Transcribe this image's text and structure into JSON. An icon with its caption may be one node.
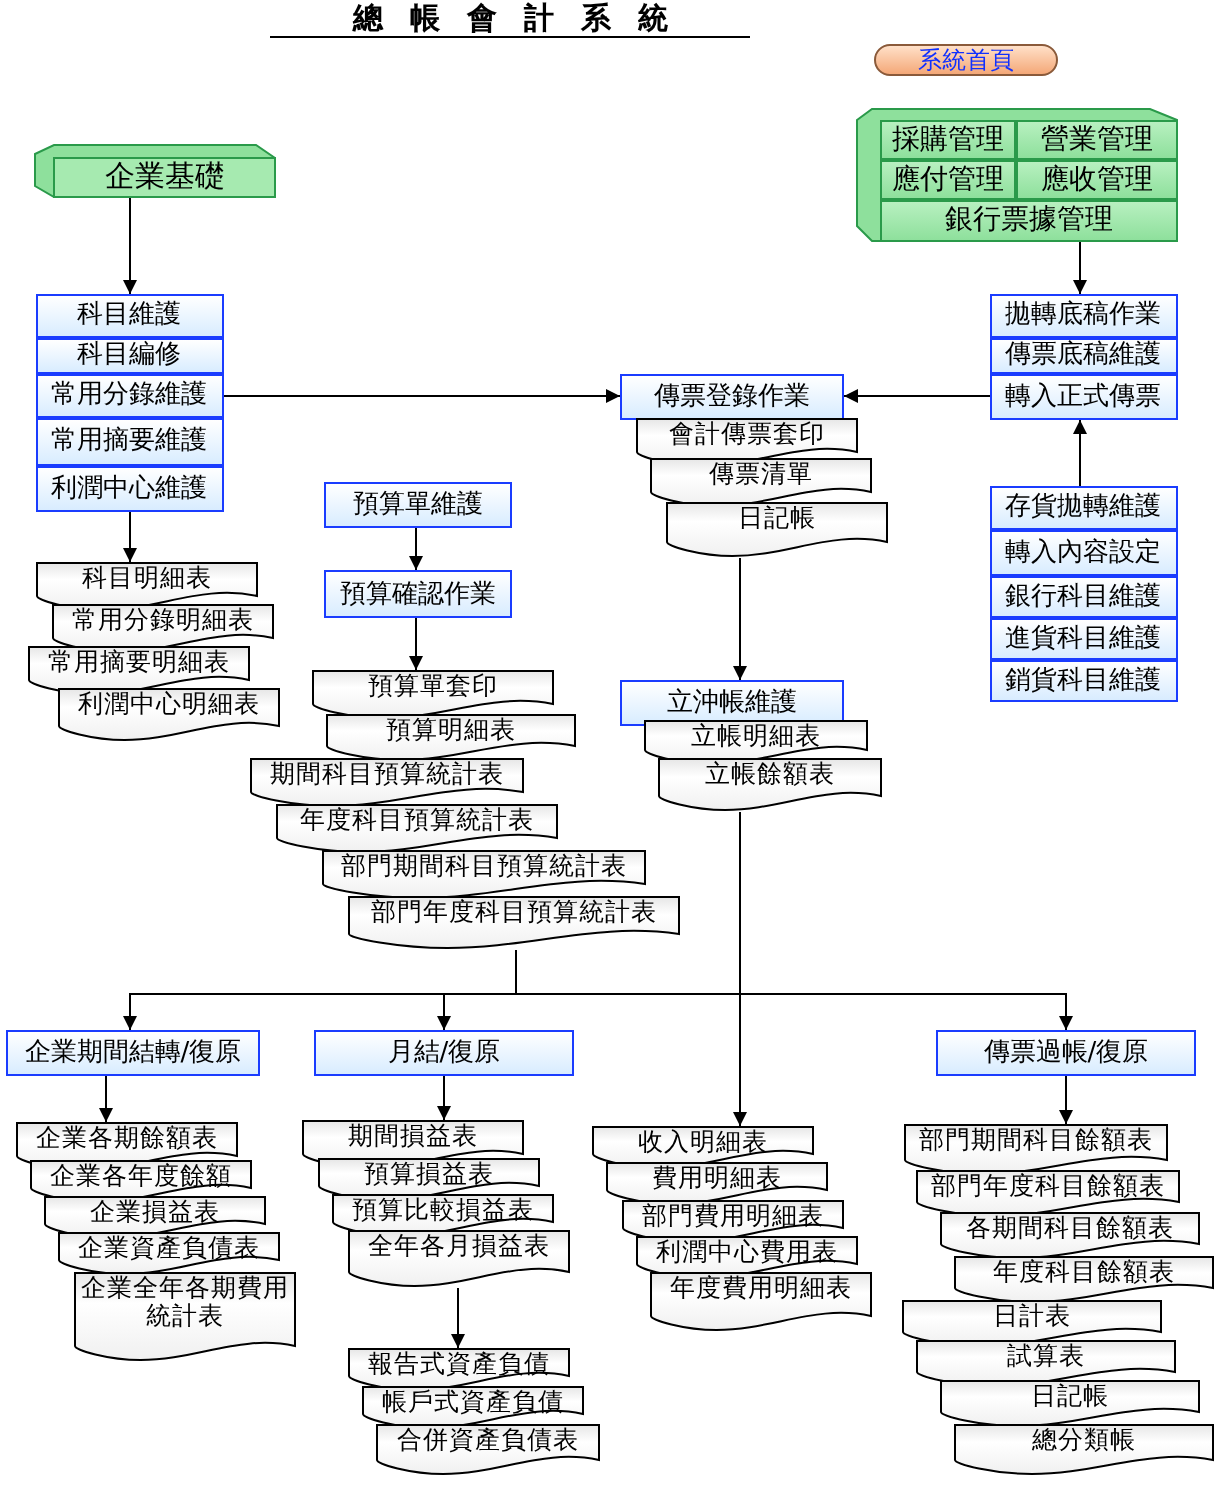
{
  "diagram": {
    "title": "總帳會計系統",
    "nodes": [
      {
        "text": [
          "企業基礎"
        ]
      },
      {
        "text": [],
        "shape": "box"
      },
      {
        "text": [
          "科目維護"
        ],
        "in": 1
      },
      {
        "text": [
          "科目編修"
        ],
        "in": 1
      },
      {
        "text": [
          "常用分錄維護"
        ],
        "in": 1
      },
      {
        "text": [
          "常用摘要維護"
        ],
        "in": 1
      },
      {
        "text": [
          "利潤中心維護"
        ],
        "in": 1
      },
      {
        "text": [
          "科目明細表"
        ]
      },
      {
        "text": [
          "常用分錄明細表"
        ]
      },
      {
        "text": [
          "常用摘要明細表"
        ]
      },
      {
        "text": [
          "利潤中心明細表"
        ]
      },
      {
        "text": [
          "預算單維護"
        ]
      },
      {
        "text": [
          "預算確認作業"
        ]
      },
      {
        "text": [
          "預算單套印"
        ]
      },
      {
        "text": [
          "預算明細表"
        ]
      },
      {
        "text": [
          "期間科目預算統計表"
        ]
      },
      {
        "text": [
          "年度科目預算統計表"
        ]
      },
      {
        "text": [
          "部門期間科目預算統計表"
        ]
      },
      {
        "text": [
          "部門年度科目預算統計表"
        ]
      },
      {
        "text": [
          "傳票登錄作業"
        ]
      },
      {
        "text": [
          "會計傳票套印"
        ]
      },
      {
        "text": [
          "傳票清單"
        ]
      },
      {
        "text": [
          "日記帳"
        ]
      },
      {
        "text": [
          "立沖帳維護"
        ]
      },
      {
        "text": [
          "立帳明細表"
        ]
      },
      {
        "text": [
          "立帳餘額表"
        ]
      },
      {
        "text": [],
        "shape": "box"
      },
      {
        "text": [
          "採購管理"
        ],
        "in": 26
      },
      {
        "text": [
          "營業管理"
        ],
        "in": 26
      },
      {
        "text": [
          "應付管理"
        ],
        "in": 26
      },
      {
        "text": [
          "應收管理"
        ],
        "in": 26
      },
      {
        "text": [
          "銀行票據管理"
        ],
        "in": 26
      },
      {
        "text": [],
        "shape": "box"
      },
      {
        "text": [
          "拋轉底稿作業"
        ],
        "in": 32
      },
      {
        "text": [
          "傳票底稿維護"
        ],
        "in": 32
      },
      {
        "text": [
          "轉入正式傳票"
        ],
        "in": 32
      },
      {
        "text": [],
        "shape": "box"
      },
      {
        "text": [
          "存貨拋轉維護"
        ],
        "in": 36
      },
      {
        "text": [
          "轉入內容設定"
        ],
        "in": 36
      },
      {
        "text": [
          "銀行科目維護"
        ],
        "in": 36
      },
      {
        "text": [
          "進貨科目維護"
        ],
        "in": 36
      },
      {
        "text": [
          "銷貨科目維護"
        ],
        "in": 36
      },
      {
        "text": [
          "企業期間結轉/復原"
        ]
      },
      {
        "text": [
          "月結/復原"
        ]
      },
      {
        "text": [
          "傳票過帳/復原"
        ]
      },
      {
        "text": [
          "企業各期餘額表"
        ]
      },
      {
        "text": [
          "企業各年度餘額"
        ]
      },
      {
        "text": [
          "企業損益表"
        ]
      },
      {
        "text": [
          "企業資產負債表"
        ]
      },
      {
        "text": [
          "企業全年各期費用統計表"
        ]
      },
      {
        "text": [
          "期間損益表"
        ]
      },
      {
        "text": [
          "預算損益表"
        ]
      },
      {
        "text": [
          "預算比較損益表"
        ]
      },
      {
        "text": [
          "全年各月損益表"
        ]
      },
      {
        "text": [
          "報告式資產負債"
        ]
      },
      {
        "text": [
          "帳戶式資產負債"
        ]
      },
      {
        "text": [
          "合併資產負債表"
        ]
      },
      {
        "text": [
          "收入明細表"
        ]
      },
      {
        "text": [
          "費用明細表"
        ]
      },
      {
        "text": [
          "部門費用明細表"
        ]
      },
      {
        "text": [
          "利潤中心費用表"
        ]
      },
      {
        "text": [
          "年度費用明細表"
        ]
      },
      {
        "text": [
          "部門期間科目餘額表"
        ]
      },
      {
        "text": [
          "部門年度科目餘額表"
        ]
      },
      {
        "text": [
          "各期間科目餘額表"
        ]
      },
      {
        "text": [
          "年度科目餘額表"
        ]
      },
      {
        "text": [
          "日計表"
        ]
      },
      {
        "text": [
          "試算表"
        ]
      },
      {
        "text": [
          "日記帳"
        ]
      },
      {
        "text": [
          "總分類帳"
        ]
      }
    ],
    "edges": [
      {
        "from": 0,
        "to": 1,
        "arrow": "to"
      },
      {
        "from": 1,
        "to": 19,
        "arrow": "to"
      },
      {
        "from": 1,
        "to": 7,
        "arrow": "to"
      },
      {
        "from": 26,
        "to": 32,
        "arrow": "to"
      },
      {
        "from": 32,
        "to": 19,
        "arrow": "to"
      },
      {
        "from": 36,
        "to": 32,
        "arrow": "to"
      },
      {
        "from": 11,
        "to": 12,
        "arrow": "to"
      },
      {
        "from": 12,
        "to": 13,
        "arrow": "to"
      },
      {
        "from": 22,
        "to": 23,
        "arrow": "to"
      },
      {
        "from": 18,
        "to": 42,
        "arrow": "to"
      },
      {
        "from": 18,
        "to": 43,
        "arrow": "to"
      },
      {
        "from": 18,
        "to": 44,
        "arrow": "to"
      },
      {
        "from": 25,
        "to": 57,
        "arrow": "to"
      },
      {
        "from": 42,
        "to": 45,
        "arrow": "to"
      },
      {
        "from": 43,
        "to": 50,
        "arrow": "to"
      },
      {
        "from": 53,
        "to": 54,
        "arrow": "to"
      },
      {
        "from": 44,
        "to": 62,
        "arrow": "to"
      }
    ],
    "labels": [
      "系統首頁"
    ]
  }
}
